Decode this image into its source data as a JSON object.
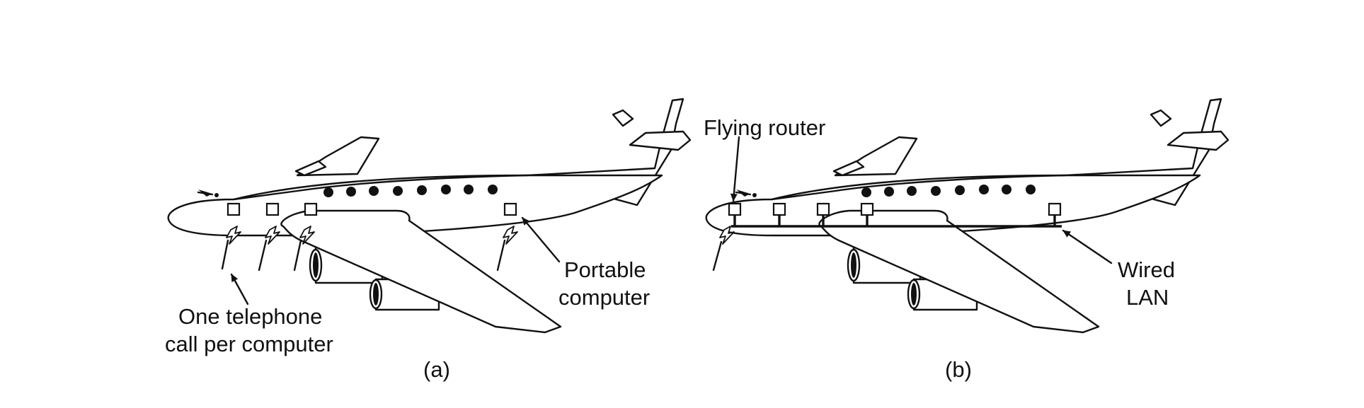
{
  "panel_a": {
    "caption": "(a)",
    "label_telephone_line1": "One telephone",
    "label_telephone_line2": "call per computer",
    "label_portable_line1": "Portable",
    "label_portable_line2": "computer"
  },
  "panel_b": {
    "caption": "(b)",
    "label_router": "Flying router",
    "label_lan_line1": "Wired",
    "label_lan_line2": "LAN"
  }
}
